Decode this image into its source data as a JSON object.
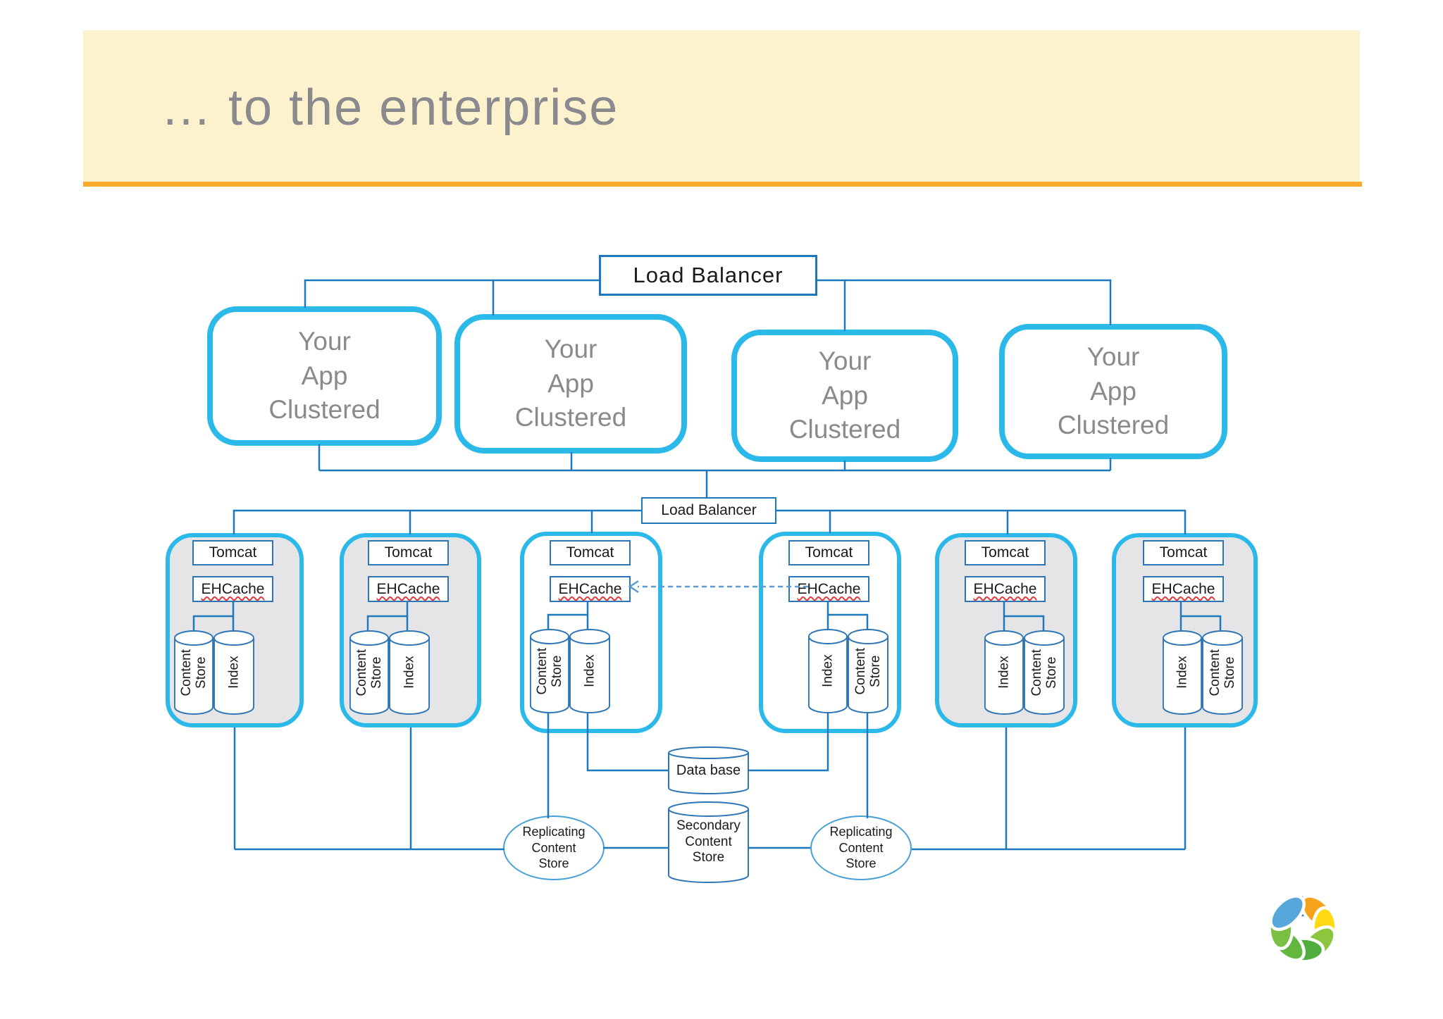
{
  "slide": {
    "title": "… to the enterprise",
    "banner_color": "#FCF3CE",
    "accent_color": "#F9A82A",
    "title_color": "#8A8A8E"
  },
  "diagram": {
    "load_balancer_top": "Load Balancer",
    "load_balancer_mid": "Load Balancer",
    "app_boxes": [
      {
        "label": "Your\nApp\nClustered"
      },
      {
        "label": "Your\nApp\nClustered"
      },
      {
        "label": "Your\nApp\nClustered"
      },
      {
        "label": "Your\nApp\nClustered"
      }
    ],
    "clusters": [
      {
        "tomcat": "Tomcat",
        "ehcache": "EHCache",
        "cyl1": "Content\nStore",
        "cyl2": "Index"
      },
      {
        "tomcat": "Tomcat",
        "ehcache": "EHCache",
        "cyl1": "Content\nStore",
        "cyl2": "Index"
      },
      {
        "tomcat": "Tomcat",
        "ehcache": "EHCache",
        "cyl1": "Content\nStore",
        "cyl2": "Index"
      },
      {
        "tomcat": "Tomcat",
        "ehcache": "EHCache",
        "cyl1": "Index",
        "cyl2": "Content\nStore"
      },
      {
        "tomcat": "Tomcat",
        "ehcache": "EHCache",
        "cyl1": "Index",
        "cyl2": "Content\nStore"
      },
      {
        "tomcat": "Tomcat",
        "ehcache": "EHCache",
        "cyl1": "Index",
        "cyl2": "Content\nStore"
      }
    ],
    "database": "Data base",
    "secondary_content_store": "Secondary\nContent\nStore",
    "replicating_left": "Replicating\nContent\nStore",
    "replicating_right": "Replicating\nContent\nStore",
    "colors": {
      "cluster_border": "#2BB9E9",
      "connector": "#1E78BE",
      "inner_box_border": "#2E75B6",
      "dashed_arrow": "#5B9BD5",
      "cluster_fill_gray": "#E5E5E7"
    },
    "logo": "alfresco-flower-logo"
  }
}
